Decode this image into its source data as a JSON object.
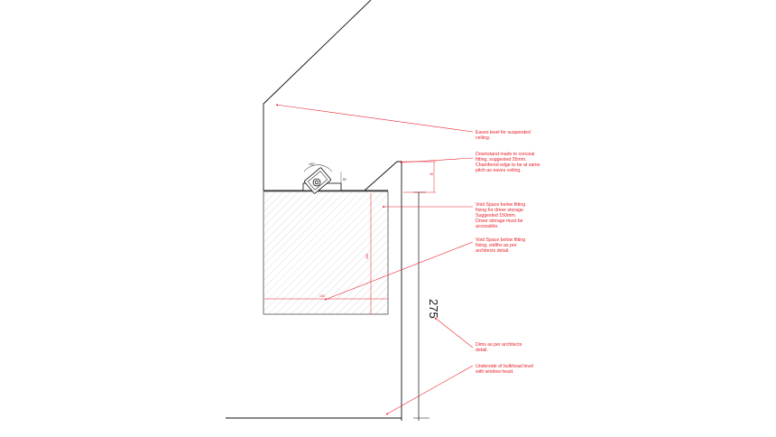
{
  "drawing": {
    "colors": {
      "structure": "#111111",
      "annotation": "#e8202a",
      "hatch": "#bdbdbd"
    },
    "annotations": [
      {
        "id": "eaves",
        "lines": [
          "Eaves level for suspended",
          "ceiling."
        ]
      },
      {
        "id": "downstand",
        "lines": [
          "Downstand made to conceal",
          "fitting, suggested 35mm.",
          "Chamfered edge to be at same",
          "pitch as eaves ceiling."
        ]
      },
      {
        "id": "void-driver",
        "lines": [
          "Void Space below fitting",
          "fixing for driver storage.",
          "Suggested 150mm.",
          "Driver storage must be",
          "accessible."
        ]
      },
      {
        "id": "void-width",
        "lines": [
          "Void Space below fitting",
          "fixing, widths as per",
          "architects detail."
        ]
      },
      {
        "id": "dims",
        "lines": [
          "Dims as per architects",
          "detail."
        ]
      },
      {
        "id": "underside",
        "lines": [
          "Underside of bulkhead level",
          "with window head."
        ]
      }
    ],
    "dimensions": {
      "main_height": "275",
      "angle": "180°",
      "fitting_height": "80",
      "downstand_depth": "35",
      "void_height": "150",
      "void_width": "140"
    }
  }
}
